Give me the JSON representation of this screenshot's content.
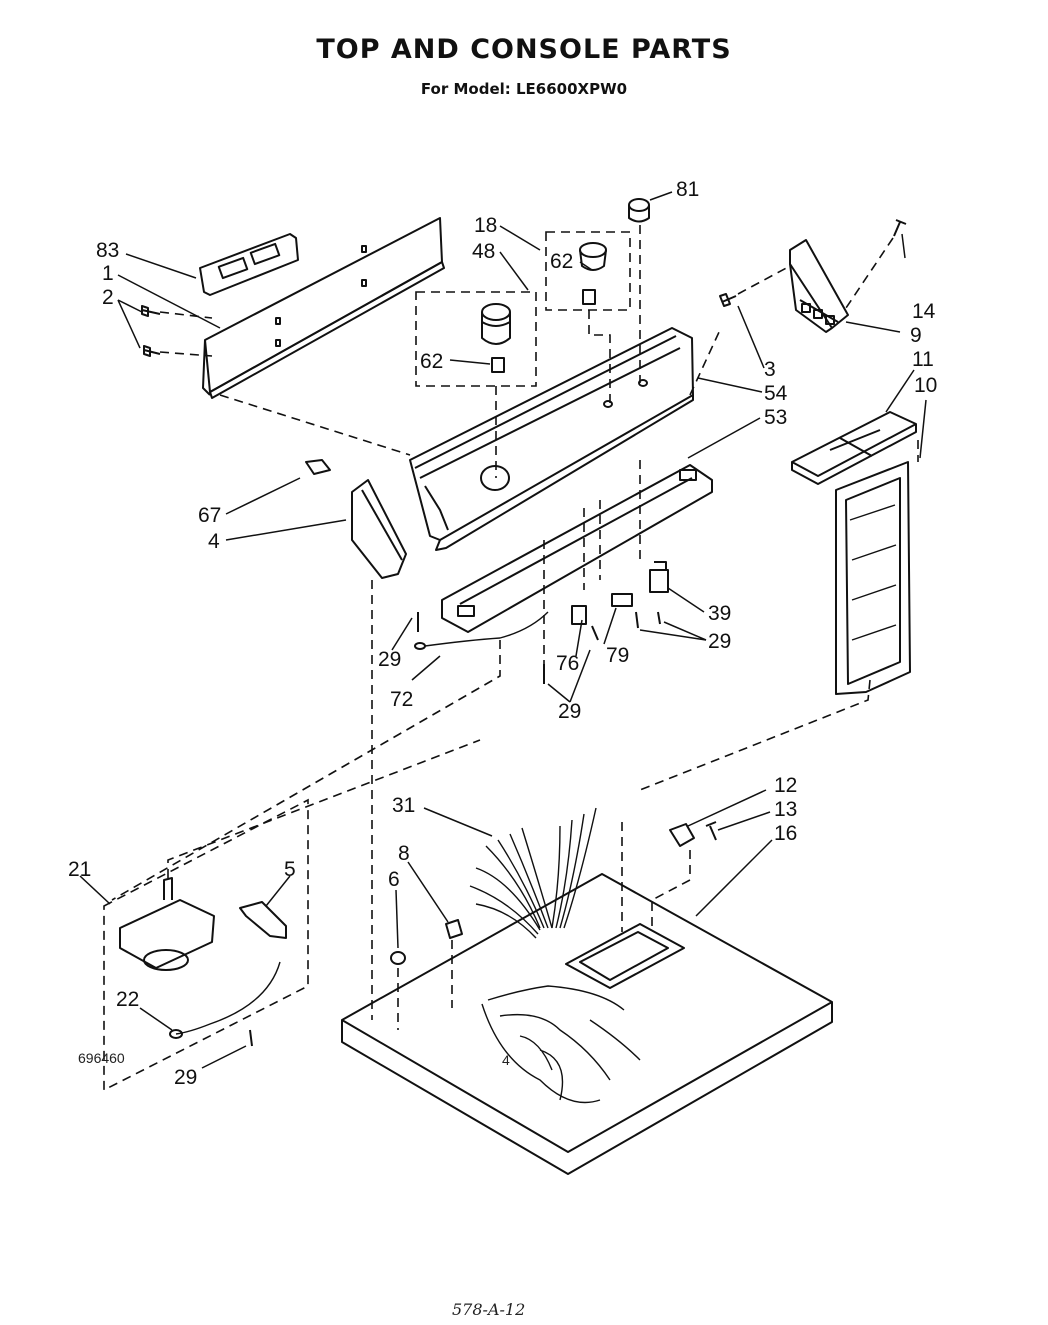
{
  "header": {
    "title": "TOP AND CONSOLE PARTS",
    "model_line": "For Model: LE6600XPW0"
  },
  "footer": {
    "doc_number": "696460",
    "page_number": "4",
    "handwritten_code": "578-A-12"
  },
  "callouts": [
    {
      "id": "c83",
      "label": "83"
    },
    {
      "id": "c1",
      "label": "1"
    },
    {
      "id": "c2",
      "label": "2"
    },
    {
      "id": "c18",
      "label": "18"
    },
    {
      "id": "c48",
      "label": "48"
    },
    {
      "id": "c62a",
      "label": "62"
    },
    {
      "id": "c62b",
      "label": "62"
    },
    {
      "id": "c81",
      "label": "81"
    },
    {
      "id": "c14",
      "label": "14"
    },
    {
      "id": "c3a",
      "label": "3"
    },
    {
      "id": "c9",
      "label": "9"
    },
    {
      "id": "c54",
      "label": "54"
    },
    {
      "id": "c53",
      "label": "53"
    },
    {
      "id": "c11",
      "label": "11"
    },
    {
      "id": "c10",
      "label": "10"
    },
    {
      "id": "c67",
      "label": "67"
    },
    {
      "id": "c4",
      "label": "4"
    },
    {
      "id": "c39",
      "label": "39"
    },
    {
      "id": "c29a",
      "label": "29"
    },
    {
      "id": "c29b",
      "label": "29"
    },
    {
      "id": "c76",
      "label": "76"
    },
    {
      "id": "c79",
      "label": "79"
    },
    {
      "id": "c72",
      "label": "72"
    },
    {
      "id": "c29c",
      "label": "29"
    },
    {
      "id": "c31",
      "label": "31"
    },
    {
      "id": "c12",
      "label": "12"
    },
    {
      "id": "c13",
      "label": "13"
    },
    {
      "id": "c16",
      "label": "16"
    },
    {
      "id": "c21",
      "label": "21"
    },
    {
      "id": "c5",
      "label": "5"
    },
    {
      "id": "c8",
      "label": "8"
    },
    {
      "id": "c6",
      "label": "6"
    },
    {
      "id": "c22",
      "label": "22"
    },
    {
      "id": "c29d",
      "label": "29"
    }
  ]
}
